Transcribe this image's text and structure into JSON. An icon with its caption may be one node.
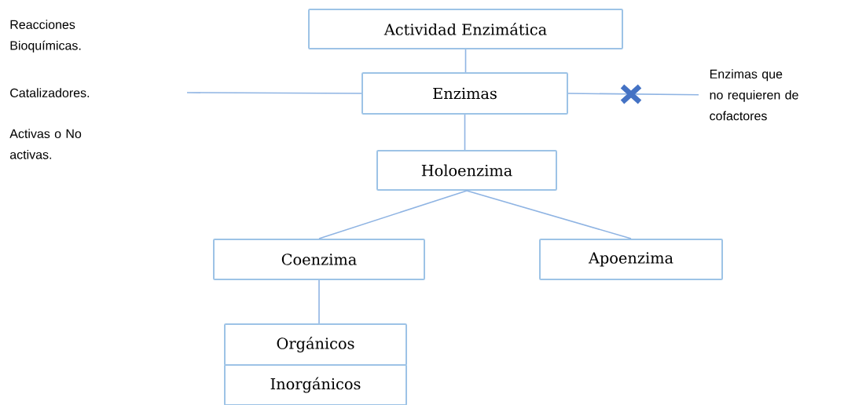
{
  "diagram": {
    "nodes": [
      {
        "text": [
          "Actividad Enzimática"
        ]
      },
      {
        "text": [
          "Enzimas"
        ]
      },
      {
        "text": [
          "Holoenzima"
        ]
      },
      {
        "text": [
          "Coenzima"
        ]
      },
      {
        "text": [
          "Apoenzima"
        ]
      },
      {
        "text": [
          "Orgánicos"
        ]
      },
      {
        "text": [
          "Inorgánicos"
        ]
      },
      {
        "text": [
          "Enzimas que no requieren de cofactores"
        ]
      }
    ],
    "edges": [
      {
        "from": 0,
        "to": 1,
        "arrow": "none"
      },
      {
        "from": 1,
        "to": 2,
        "arrow": "none"
      },
      {
        "from": 2,
        "to": 3,
        "arrow": "none"
      },
      {
        "from": 2,
        "to": 4,
        "arrow": "none"
      },
      {
        "from": 3,
        "to": 5,
        "arrow": "none"
      },
      {
        "from": null,
        "to": 1,
        "arrow": "none"
      },
      {
        "from": 1,
        "to": 7,
        "arrow": "none"
      }
    ],
    "labels": [
      "Reacciones Bioquímicas.",
      "Catalizadores.",
      "Activas o No activas."
    ]
  }
}
